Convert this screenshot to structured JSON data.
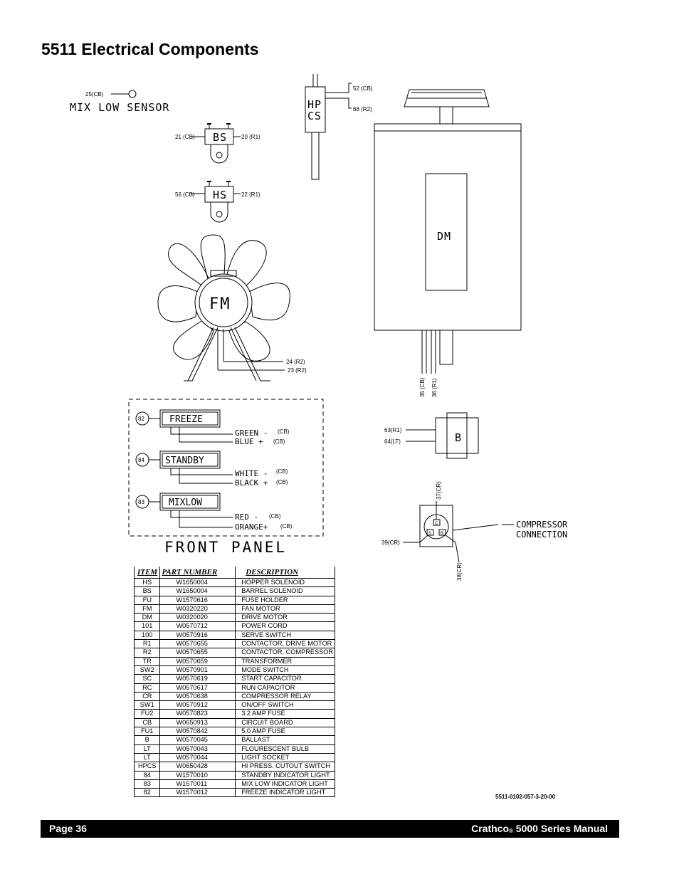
{
  "title": "5511 Electrical Components",
  "labels": {
    "mix_low_sensor": "MIX LOW SENSOR",
    "mix_low_wire": "25(CB)",
    "bs": "BS",
    "bs_left": "21 (CB)",
    "bs_right": "20 (R1)",
    "hs": "HS",
    "hs_left": "56 (CB)",
    "hs_right": "22 (R1)",
    "hpcs_line1": "HP",
    "hpcs_line2": "CS",
    "hpcs_w1": "52 (CB)",
    "hpcs_w2": "68 (R2)",
    "dm": "DM",
    "dm_w1": "35 (CB)",
    "dm_w2": "36 (R1)",
    "fm": "FM",
    "fm_w1": "24 (R2)",
    "fm_w2": "23 (R2)",
    "b": "B",
    "b_w1": "63(R1)",
    "b_w2": "64(LT)",
    "comp_top": "37(CR)",
    "comp_left": "39(CR)",
    "comp_bottom": "38(CR)",
    "comp_c": "C",
    "comp_s": "S",
    "comp_r": "R",
    "compressor_line1": "COMPRESSOR",
    "compressor_line2": "CONNECTION",
    "front_panel": "FRONT PANEL"
  },
  "panel": [
    {
      "num": "82",
      "name": "FREEZE",
      "w1": "GREEN -",
      "w1_code": "(CB)",
      "w2": "BLUE +",
      "w2_code": "(CB)"
    },
    {
      "num": "84",
      "name": "STANDBY",
      "w1": "WHITE -",
      "w1_code": "(CB)",
      "w2": "BLACK +",
      "w2_code": "(CB)"
    },
    {
      "num": "83",
      "name": "MIXLOW",
      "w1": "RED -",
      "w1_code": "(CB)",
      "w2": "ORANGE+",
      "w2_code": "(CB)"
    }
  ],
  "table": {
    "headers": [
      "ITEM",
      "PART NUMBER",
      "DESCRIPTION"
    ],
    "rows": [
      [
        "HS",
        "W1650004",
        "HOPPER  SOLENOID"
      ],
      [
        "BS",
        "W1650004",
        "BARREL  SOLENOID"
      ],
      [
        "FU",
        "W1570616",
        "FUSE  HOLDER"
      ],
      [
        "FM",
        "W0320220",
        "FAN  MOTOR"
      ],
      [
        "DM",
        "W0320020",
        "DRIVE  MOTOR"
      ],
      [
        "101",
        "W0570712",
        "POWER  CORD"
      ],
      [
        "100",
        "W0570916",
        "SERVE  SWITCH"
      ],
      [
        "R1",
        "W0570655",
        "CONTACTOR,  DRIVE  MOTOR"
      ],
      [
        "R2",
        "W0570655",
        "CONTACTOR,  COMPRESSOR"
      ],
      [
        "TR",
        "W0570659",
        "TRANSFORMER"
      ],
      [
        "SW2",
        "W0570901",
        "MODE  SWITCH"
      ],
      [
        "SC",
        "W0570619",
        "START  CAPACITOR"
      ],
      [
        "RC",
        "W0570617",
        "RUN  CAPACITOR"
      ],
      [
        "CR",
        "W0570638",
        "COMPRESSOR  RELAY"
      ],
      [
        "SW1",
        "W0570912",
        "ON/OFF  SWITCH"
      ],
      [
        "FU2",
        "W0570823",
        "3.2  AMP  FUSE"
      ],
      [
        "CB",
        "W0650913",
        "CIRCUIT  BOARD"
      ],
      [
        "FU1",
        "W0570842",
        "5.0  AMP  FUSE"
      ],
      [
        "B",
        "W0570045",
        "BALLAST"
      ],
      [
        "LT",
        "W0570043",
        "FLOURESCENT  BULB"
      ],
      [
        "LT",
        "W0570044",
        "LIGHT  SOCKET"
      ],
      [
        "HPCS",
        "W0650428",
        "HI  PRESS.  CUTOUT  SWITCH"
      ],
      [
        "84",
        "W1570010",
        "STANDBY  INDICATOR  LIGHT"
      ],
      [
        "83",
        "W1570011",
        "MIX  LOW  INDICATOR  LIGHT"
      ],
      [
        "82",
        "W1570012",
        "FREEZE  INDICATOR  LIGHT"
      ]
    ]
  },
  "drawing_code": "5511-0102-057-3-20-00",
  "footer": {
    "page": "Page 36",
    "brand": "Crathco",
    "reg": "®",
    "manual": " 5000 Series Manual"
  }
}
